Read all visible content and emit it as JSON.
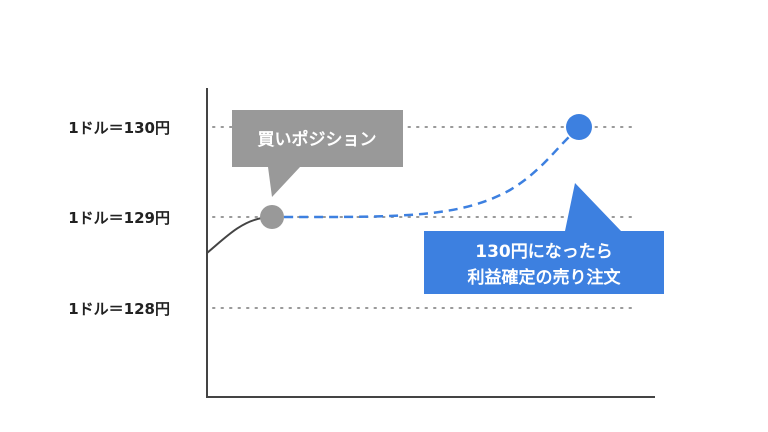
{
  "y_labels": [
    "1ドル＝130円",
    "1ドル＝129円",
    "1ドル＝128円"
  ],
  "buy_callout": "買いポジション",
  "sell_callout": [
    "130円になったら",
    "利益確定の売り注文"
  ],
  "colors": {
    "gray": "#999999",
    "blue": "#3d80e0",
    "axis": "#444444"
  }
}
